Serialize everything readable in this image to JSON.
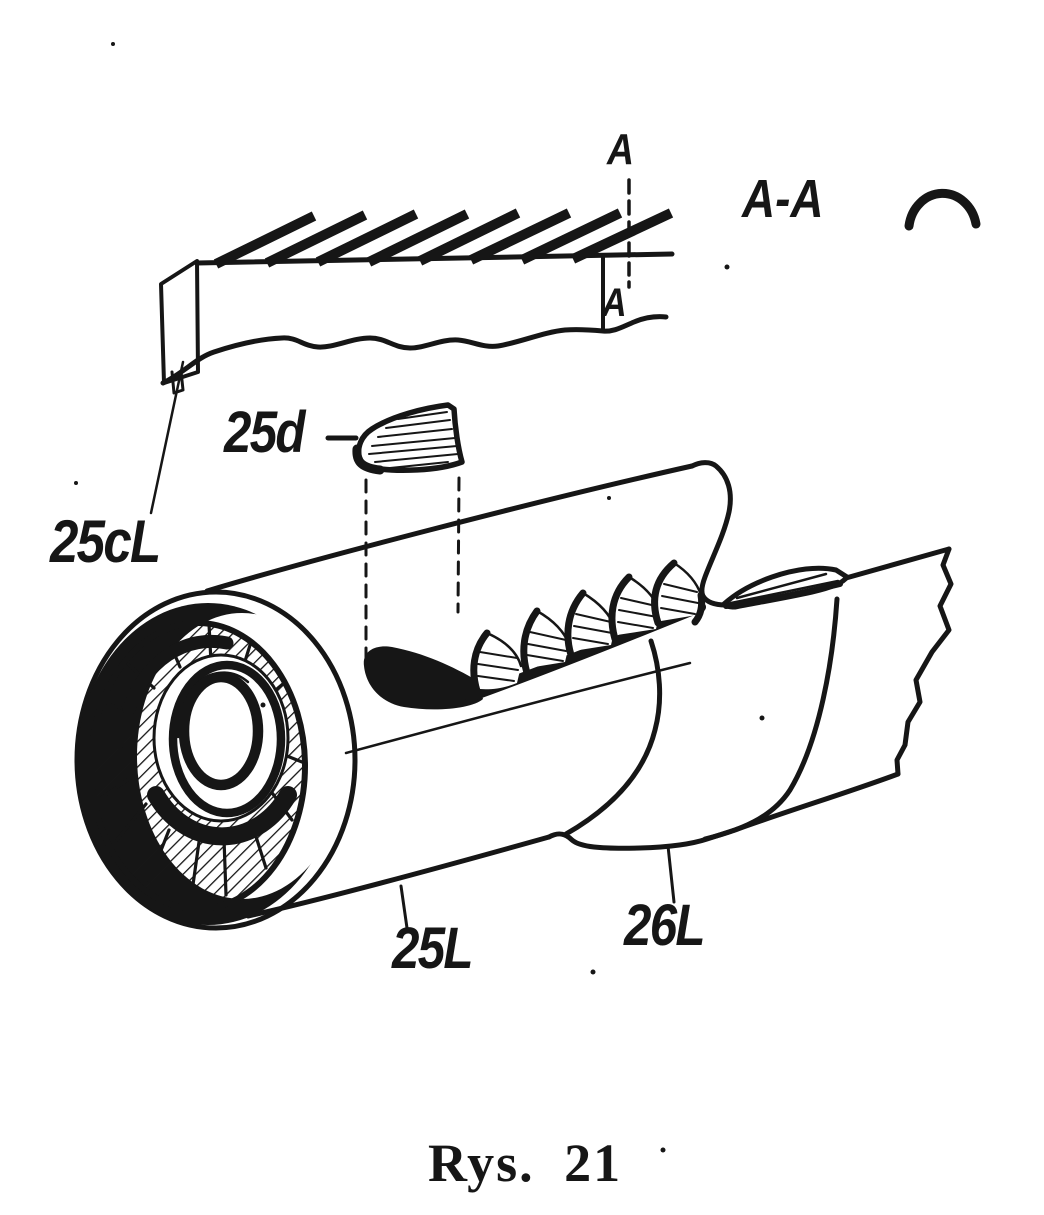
{
  "figure": {
    "caption": "Rys. 21",
    "section": {
      "cut_label_top": "A",
      "cut_label_bottom": "A",
      "view_label": "A-A"
    },
    "labels": {
      "fin_detail": "25d",
      "strip_end": "25cL",
      "inner_cylinder": "25L",
      "outer_sleeve": "26L"
    },
    "colors": {
      "ink": "#161616",
      "paper": "#ffffff"
    }
  }
}
